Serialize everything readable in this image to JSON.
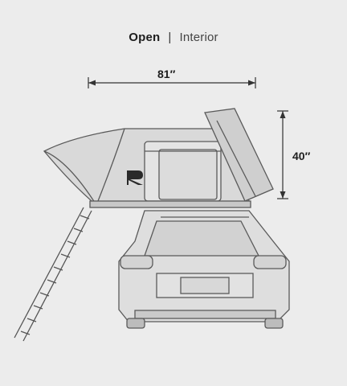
{
  "caption": {
    "open": "Open",
    "separator": "|",
    "interior": "Interior"
  },
  "dimensions": {
    "width_label": "81″",
    "height_label": "40″"
  },
  "colors": {
    "background": "#ececec",
    "line": "#5a5a5a",
    "dimension": "#333333",
    "car_fill": "#dedede",
    "tent_fill": "#d9d9d9"
  }
}
